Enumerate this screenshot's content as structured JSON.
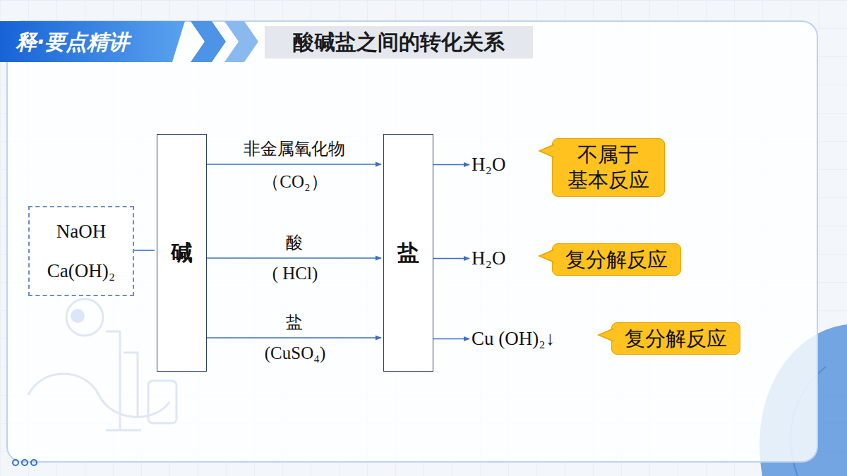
{
  "diagram": {
    "title": "酸碱盐之间的转化关系",
    "nodes": [
      {
        "text": [
          "NaOH",
          "Ca(OH)₂"
        ]
      },
      {
        "text": [
          "碱"
        ]
      },
      {
        "text": [
          "盐"
        ]
      },
      {
        "text": [
          "H₂O"
        ]
      },
      {
        "text": [
          "H₂O"
        ]
      },
      {
        "text": [
          "Cu (OH)₂↓"
        ]
      },
      {
        "text": [
          "不属于 基本反应"
        ]
      },
      {
        "text": [
          "复分解反应"
        ]
      },
      {
        "text": [
          "复分解反应"
        ]
      }
    ],
    "edges": [
      {
        "from": 0,
        "to": 1,
        "arrow": "none"
      },
      {
        "from": 1,
        "to": 2,
        "label": "非金属氧化物",
        "arrow": "to"
      },
      {
        "from": 1,
        "to": 2,
        "label": "酸",
        "arrow": "to"
      },
      {
        "from": 1,
        "to": 2,
        "label": "盐",
        "arrow": "to"
      },
      {
        "from": 2,
        "to": 3,
        "arrow": "to"
      },
      {
        "from": 2,
        "to": 4,
        "arrow": "to"
      },
      {
        "from": 2,
        "to": 5,
        "arrow": "to"
      }
    ],
    "labels": [
      "释·要点精讲",
      "（CO₂）",
      "( HCl)",
      "(CuSO₄)"
    ]
  }
}
